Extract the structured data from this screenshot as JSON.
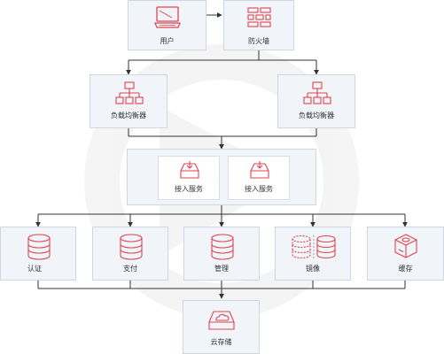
{
  "nodes": {
    "user": "用户",
    "firewall": "防火墙",
    "lb1": "负载均衡器",
    "lb2": "负载均衡器",
    "access1": "接入服务",
    "access2": "接入服务",
    "auth": "认证",
    "pay": "支付",
    "manage": "管理",
    "mirror": "镜像",
    "cache": "缓存",
    "storage": "云存储"
  },
  "colors": {
    "accent": "#e0434e",
    "box_fill": "#f1f4f9",
    "box_border": "#cfd6e2",
    "connector": "#333333"
  }
}
